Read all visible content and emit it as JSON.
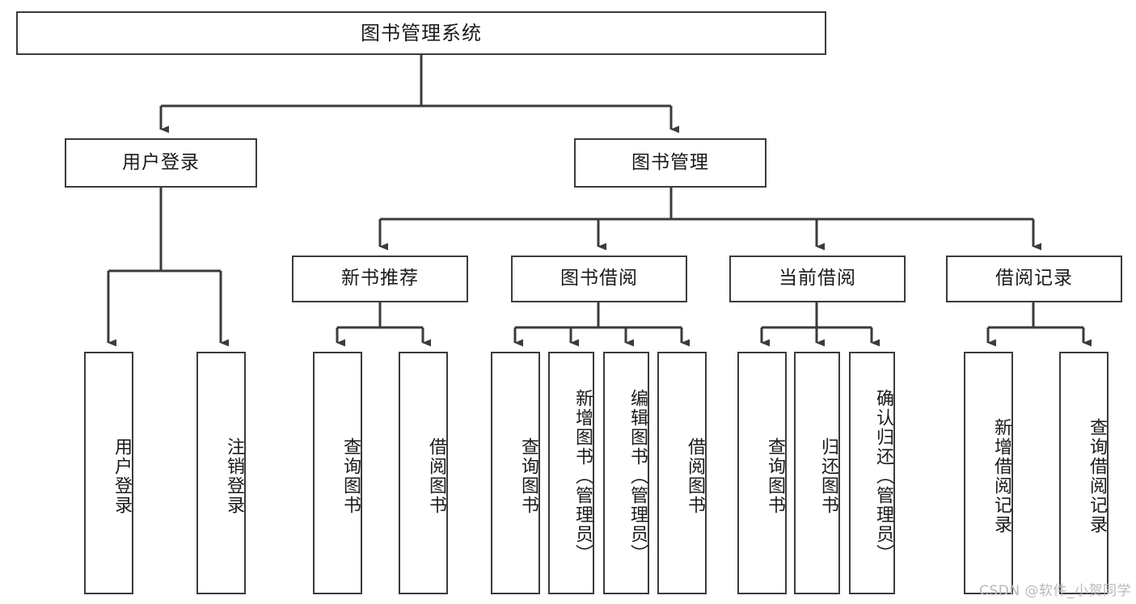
{
  "diagram": {
    "title": "图书管理系统",
    "type": "tree-hierarchy-diagram",
    "watermark": "CSDN @软件_小贺同学",
    "colors": {
      "border": "#3b3b3b",
      "background": "#ffffff",
      "text": "#1a1a1a",
      "watermark": "#b9b9b9"
    },
    "nodes": {
      "root": {
        "label": "图书管理系统"
      },
      "level2": [
        {
          "id": "user-login",
          "label": "用户登录"
        },
        {
          "id": "book-management",
          "label": "图书管理"
        }
      ],
      "level3": [
        {
          "id": "new-book-recommend",
          "label": "新书推荐"
        },
        {
          "id": "book-borrow",
          "label": "图书借阅"
        },
        {
          "id": "current-borrow",
          "label": "当前借阅"
        },
        {
          "id": "borrow-record",
          "label": "借阅记录"
        }
      ],
      "leaves": {
        "user_login": [
          {
            "id": "leaf-user-login",
            "label": "用户登录"
          },
          {
            "id": "leaf-logout-login",
            "label": "注销登录"
          }
        ],
        "new_book_recommend": [
          {
            "id": "leaf-query-book-1",
            "label": "查询图书"
          },
          {
            "id": "leaf-borrow-book-1",
            "label": "借阅图书"
          }
        ],
        "book_borrow": [
          {
            "id": "leaf-query-book-2",
            "label": "查询图书"
          },
          {
            "id": "leaf-add-book",
            "label": "新增图书（管理员）"
          },
          {
            "id": "leaf-edit-book",
            "label": "编辑图书（管理员）"
          },
          {
            "id": "leaf-borrow-book-2",
            "label": "借阅图书"
          }
        ],
        "current_borrow": [
          {
            "id": "leaf-query-book-3",
            "label": "查询图书"
          },
          {
            "id": "leaf-return-book",
            "label": "归还图书"
          },
          {
            "id": "leaf-confirm-return",
            "label": "确认归还（管理员）"
          }
        ],
        "borrow_record": [
          {
            "id": "leaf-add-record",
            "label": "新增借阅记录"
          },
          {
            "id": "leaf-query-record",
            "label": "查询借阅记录"
          }
        ]
      }
    }
  }
}
